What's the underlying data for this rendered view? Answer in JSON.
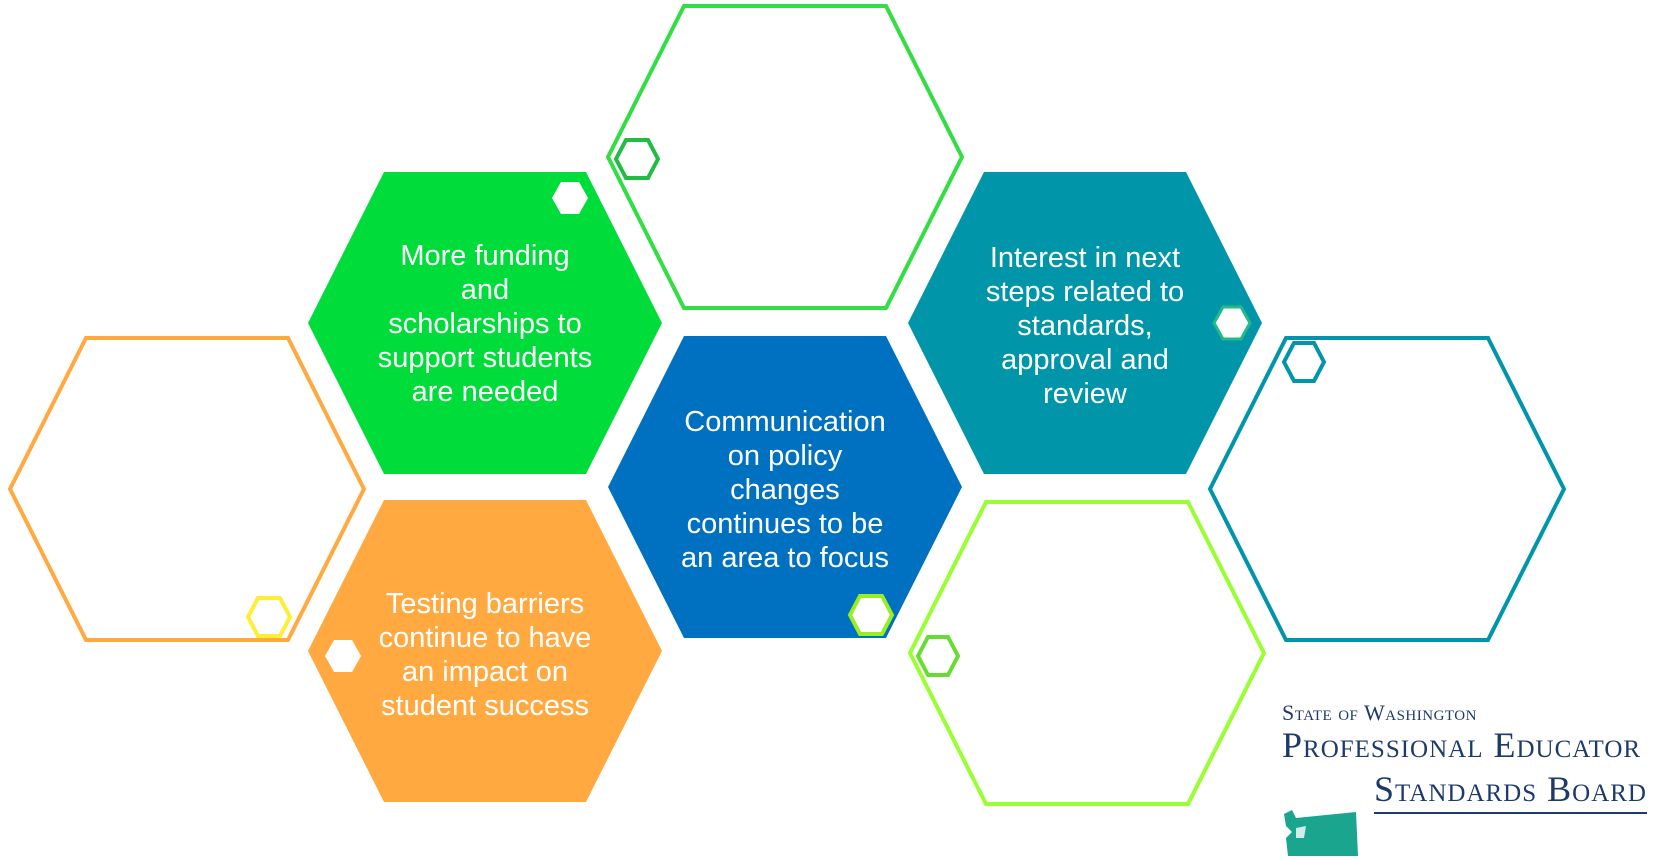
{
  "hexagons": [
    {
      "id": "funding",
      "text": "More  funding\nand\nscholarships to\nsupport students\nare needed",
      "fill": "#00dd3a"
    },
    {
      "id": "communication",
      "text": "Communication\non policy\nchanges\ncontinues to be\nan area to focus",
      "fill": "#0070c0"
    },
    {
      "id": "interest",
      "text": "Interest in next\nsteps related to\nstandards,\napproval and\nreview",
      "fill": "#0095a8"
    },
    {
      "id": "testing",
      "text": "Testing barriers\ncontinue to have\nan impact on\nstudent success",
      "fill": "#ffa940"
    }
  ],
  "colors": {
    "green": "#00dd3a",
    "blue": "#0070c0",
    "teal": "#0095a8",
    "orange": "#ffa940",
    "lime": "#99ff33",
    "yellow": "#ffee33"
  },
  "logo": {
    "line1": "State of Washington",
    "line2": "Professional Educator",
    "line3": "Standards Board"
  }
}
